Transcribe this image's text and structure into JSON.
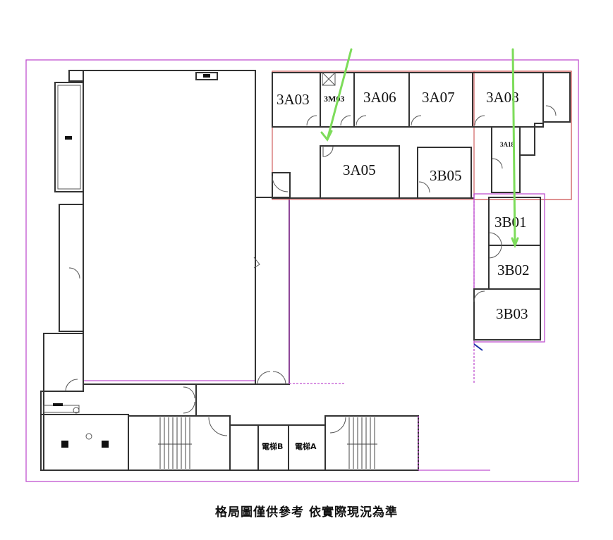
{
  "rooms": {
    "r3A03": "3A03",
    "r3M03": "3M03",
    "r3A06": "3A06",
    "r3A07": "3A07",
    "r3A08": "3A08",
    "r3A18": "3A18",
    "r3A05": "3A05",
    "r3B05": "3B05",
    "r3B01": "3B01",
    "r3B02": "3B02",
    "r3B03": "3B03"
  },
  "elevators": {
    "b": "電梯B",
    "a": "電梯A"
  },
  "caption": "格局圖僅供參考  依實際現況為準",
  "colors": {
    "boundary": "#c050d0",
    "highlight_zone": "#d06060",
    "arrow": "#7ddc5a",
    "walls": "#333333"
  }
}
